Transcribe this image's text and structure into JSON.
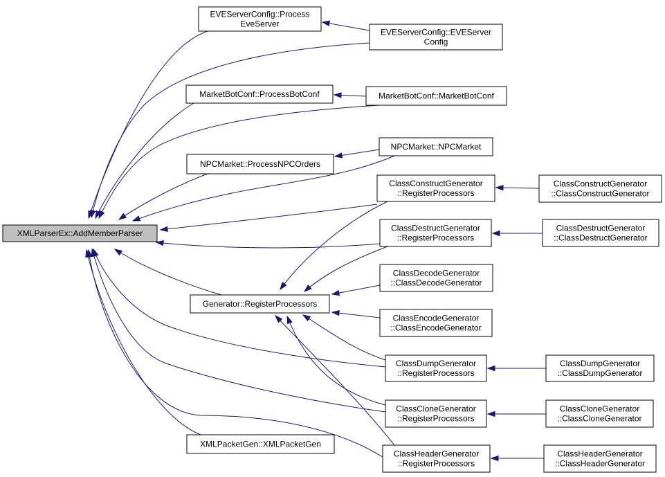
{
  "diagram": {
    "type": "caller-graph",
    "colors": {
      "edge": "#191970",
      "root_fill": "#bfbfbf",
      "node_fill": "#ffffff",
      "border": "#000000"
    },
    "nodes": [
      {
        "id": "root",
        "lines": [
          "XMLParserEx::AddMemberParser"
        ]
      },
      {
        "id": "eve_process",
        "lines": [
          "EVEServerConfig::Process",
          "EveServer"
        ]
      },
      {
        "id": "eve_ctor",
        "lines": [
          "EVEServerConfig::EVEServer",
          "Config"
        ]
      },
      {
        "id": "mb_process",
        "lines": [
          "MarketBotConf::ProcessBotConf"
        ]
      },
      {
        "id": "mb_ctor",
        "lines": [
          "MarketBotConf::MarketBotConf"
        ]
      },
      {
        "id": "npc_process",
        "lines": [
          "NPCMarket::ProcessNPCOrders"
        ]
      },
      {
        "id": "npc_ctor",
        "lines": [
          "NPCMarket::NPCMarket"
        ]
      },
      {
        "id": "cc_reg",
        "lines": [
          "ClassConstructGenerator",
          "::RegisterProcessors"
        ]
      },
      {
        "id": "cc_ctor",
        "lines": [
          "ClassConstructGenerator",
          "::ClassConstructGenerator"
        ]
      },
      {
        "id": "cd_reg",
        "lines": [
          "ClassDestructGenerator",
          "::RegisterProcessors"
        ]
      },
      {
        "id": "cd_ctor",
        "lines": [
          "ClassDestructGenerator",
          "::ClassDestructGenerator"
        ]
      },
      {
        "id": "gen_reg",
        "lines": [
          "Generator::RegisterProcessors"
        ]
      },
      {
        "id": "dec_ctor",
        "lines": [
          "ClassDecodeGenerator",
          "::ClassDecodeGenerator"
        ]
      },
      {
        "id": "enc_ctor",
        "lines": [
          "ClassEncodeGenerator",
          "::ClassEncodeGenerator"
        ]
      },
      {
        "id": "dump_reg",
        "lines": [
          "ClassDumpGenerator",
          "::RegisterProcessors"
        ]
      },
      {
        "id": "dump_ctor",
        "lines": [
          "ClassDumpGenerator",
          "::ClassDumpGenerator"
        ]
      },
      {
        "id": "clone_reg",
        "lines": [
          "ClassCloneGenerator",
          "::RegisterProcessors"
        ]
      },
      {
        "id": "clone_ctor",
        "lines": [
          "ClassCloneGenerator",
          "::ClassCloneGenerator"
        ]
      },
      {
        "id": "xmlpg",
        "lines": [
          "XMLPacketGen::XMLPacketGen"
        ]
      },
      {
        "id": "hdr_reg",
        "lines": [
          "ClassHeaderGenerator",
          "::RegisterProcessors"
        ]
      },
      {
        "id": "hdr_ctor",
        "lines": [
          "ClassHeaderGenerator",
          "::ClassHeaderGenerator"
        ]
      }
    ],
    "edges": [
      {
        "from": "eve_process",
        "to": "root"
      },
      {
        "from": "eve_ctor",
        "to": "root"
      },
      {
        "from": "mb_process",
        "to": "root"
      },
      {
        "from": "mb_ctor",
        "to": "root"
      },
      {
        "from": "npc_process",
        "to": "root"
      },
      {
        "from": "npc_ctor",
        "to": "root"
      },
      {
        "from": "cc_reg",
        "to": "root"
      },
      {
        "from": "cd_reg",
        "to": "root"
      },
      {
        "from": "gen_reg",
        "to": "root"
      },
      {
        "from": "dump_reg",
        "to": "root"
      },
      {
        "from": "clone_reg",
        "to": "root"
      },
      {
        "from": "xmlpg",
        "to": "root"
      },
      {
        "from": "hdr_reg",
        "to": "root"
      },
      {
        "from": "eve_ctor",
        "to": "eve_process"
      },
      {
        "from": "mb_ctor",
        "to": "mb_process"
      },
      {
        "from": "npc_ctor",
        "to": "npc_process"
      },
      {
        "from": "cc_ctor",
        "to": "cc_reg"
      },
      {
        "from": "cd_ctor",
        "to": "cd_reg"
      },
      {
        "from": "cc_reg",
        "to": "gen_reg"
      },
      {
        "from": "cd_reg",
        "to": "gen_reg"
      },
      {
        "from": "dec_ctor",
        "to": "gen_reg"
      },
      {
        "from": "enc_ctor",
        "to": "gen_reg"
      },
      {
        "from": "dump_reg",
        "to": "gen_reg"
      },
      {
        "from": "clone_reg",
        "to": "gen_reg"
      },
      {
        "from": "hdr_reg",
        "to": "gen_reg"
      },
      {
        "from": "dump_ctor",
        "to": "dump_reg"
      },
      {
        "from": "clone_ctor",
        "to": "clone_reg"
      },
      {
        "from": "hdr_ctor",
        "to": "hdr_reg"
      }
    ]
  }
}
